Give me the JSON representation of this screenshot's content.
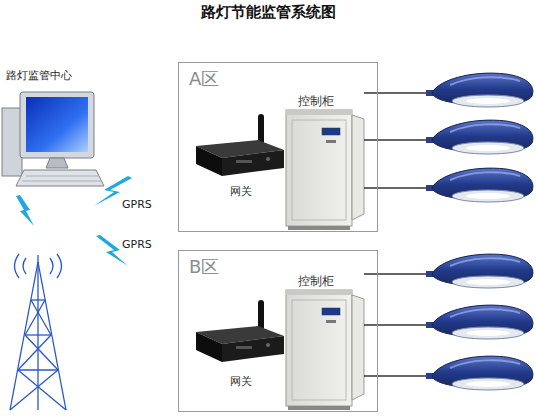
{
  "diagram": {
    "title": "路灯节能监管系统图",
    "nodes": [
      {
        "text": [
          "路灯监管中心"
        ]
      },
      {
        "text": [
          "A区"
        ]
      },
      {
        "text": [
          "网关"
        ],
        "in": 1
      },
      {
        "text": [
          "控制柜"
        ],
        "in": 1
      },
      {
        "text": [
          "B区"
        ]
      },
      {
        "text": [
          "网关"
        ],
        "in": 4
      },
      {
        "text": [
          "控制柜"
        ],
        "in": 4
      }
    ],
    "labels": [
      "GPRS",
      "GPRS"
    ]
  }
}
